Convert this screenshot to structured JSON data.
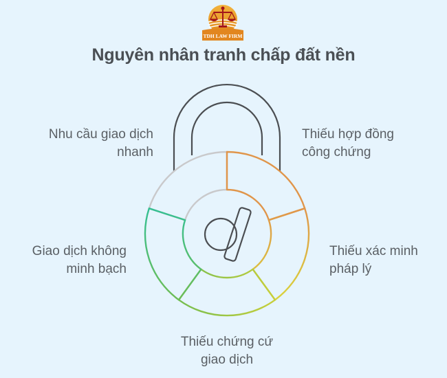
{
  "logo": {
    "text": "TDH LAW FIRM",
    "icon": "scales-of-justice-icon"
  },
  "title": "Nguyên nhân tranh chấp đất nền",
  "diagram": {
    "type": "padlock-ring",
    "center_icon": "d-logo-icon",
    "segments": [
      {
        "id": "top-left",
        "line1": "Nhu cầu giao dịch",
        "line2": "nhanh",
        "color": "#c9c9cb"
      },
      {
        "id": "top-right",
        "line1": "Thiếu hợp đồng",
        "line2": "công chứng",
        "color": "#e0954a"
      },
      {
        "id": "right",
        "line1": "Thiếu xác minh",
        "line2": "pháp lý",
        "color": "#d8cf3e"
      },
      {
        "id": "bottom",
        "line1": "Thiếu chứng cứ",
        "line2": "giao dịch",
        "color": "#8fbf4a"
      },
      {
        "id": "left",
        "line1": "Giao dịch không",
        "line2": "minh bạch",
        "color": "#3fbf8a"
      }
    ]
  }
}
